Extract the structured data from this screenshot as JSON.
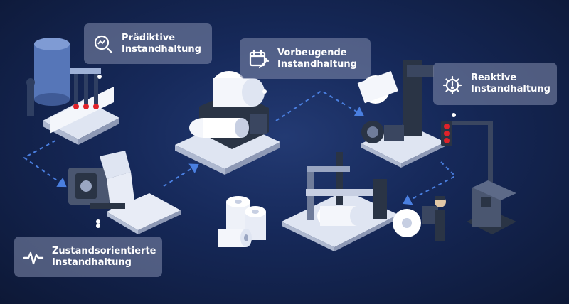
{
  "callouts": {
    "predictive": {
      "line1": "Prädiktive",
      "line2": "Instandhaltung",
      "icon": "predictive-analytics-icon"
    },
    "preventive": {
      "line1": "Vorbeugende",
      "line2": "Instandhaltung",
      "icon": "calendar-wrench-icon"
    },
    "reactive": {
      "line1": "Reaktive",
      "line2": "Instandhaltung",
      "icon": "gear-alert-icon"
    },
    "condition": {
      "line1": "Zustandsorientierte",
      "line2": "Instandhaltung",
      "icon": "pulse-wave-icon"
    }
  },
  "colors": {
    "background": "#16295a",
    "callout": "#7d88a8",
    "flow_arrow": "#4a7fe0",
    "machine_light": "#e8ecf6",
    "machine_dark": "#2a3445",
    "signal_red": "#e0222a"
  }
}
